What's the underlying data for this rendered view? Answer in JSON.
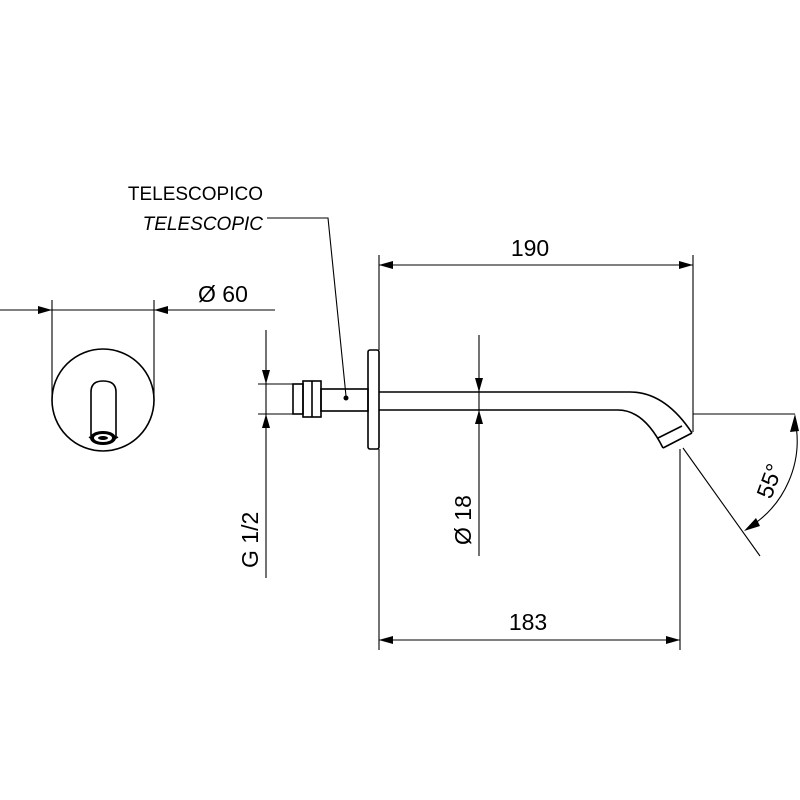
{
  "callout": {
    "label_it": "TELESCOPICO",
    "label_en": "TELESCOPIC"
  },
  "dimensions": {
    "flange_diameter": "Ø 60",
    "thread": "G 1/2",
    "spout_diameter": "Ø 18",
    "projection_top": "190",
    "projection_bottom": "183",
    "outlet_angle": "55°"
  }
}
